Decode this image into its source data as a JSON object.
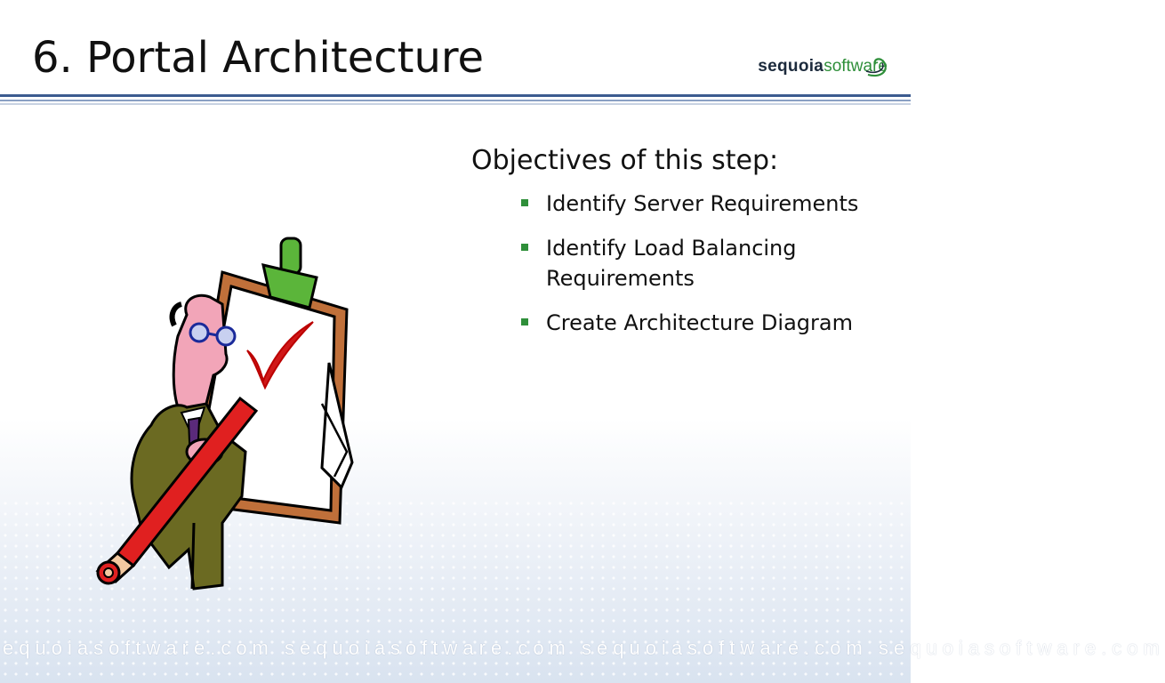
{
  "slide": {
    "title": "6. Portal Architecture",
    "heading": "Objectives of this step:",
    "bullets": [
      "Identify Server Requirements",
      "Identify Load Balancing Requirements",
      "Create Architecture Diagram"
    ]
  },
  "logo": {
    "part1": "sequoia",
    "part2": "software"
  },
  "footer": {
    "text": "sequoiasoftware.com   sequoiasoftware.com   sequoiasoftware.com   sequoiasoftware.com"
  },
  "colors": {
    "rule": "#3c5b8f",
    "bullet": "#2f8f3a",
    "logo_green": "#2f8f3a"
  },
  "icons": {
    "clipart": "man-with-clipboard-checkmark-pencil-icon",
    "bullet": "square-bullet-icon"
  }
}
